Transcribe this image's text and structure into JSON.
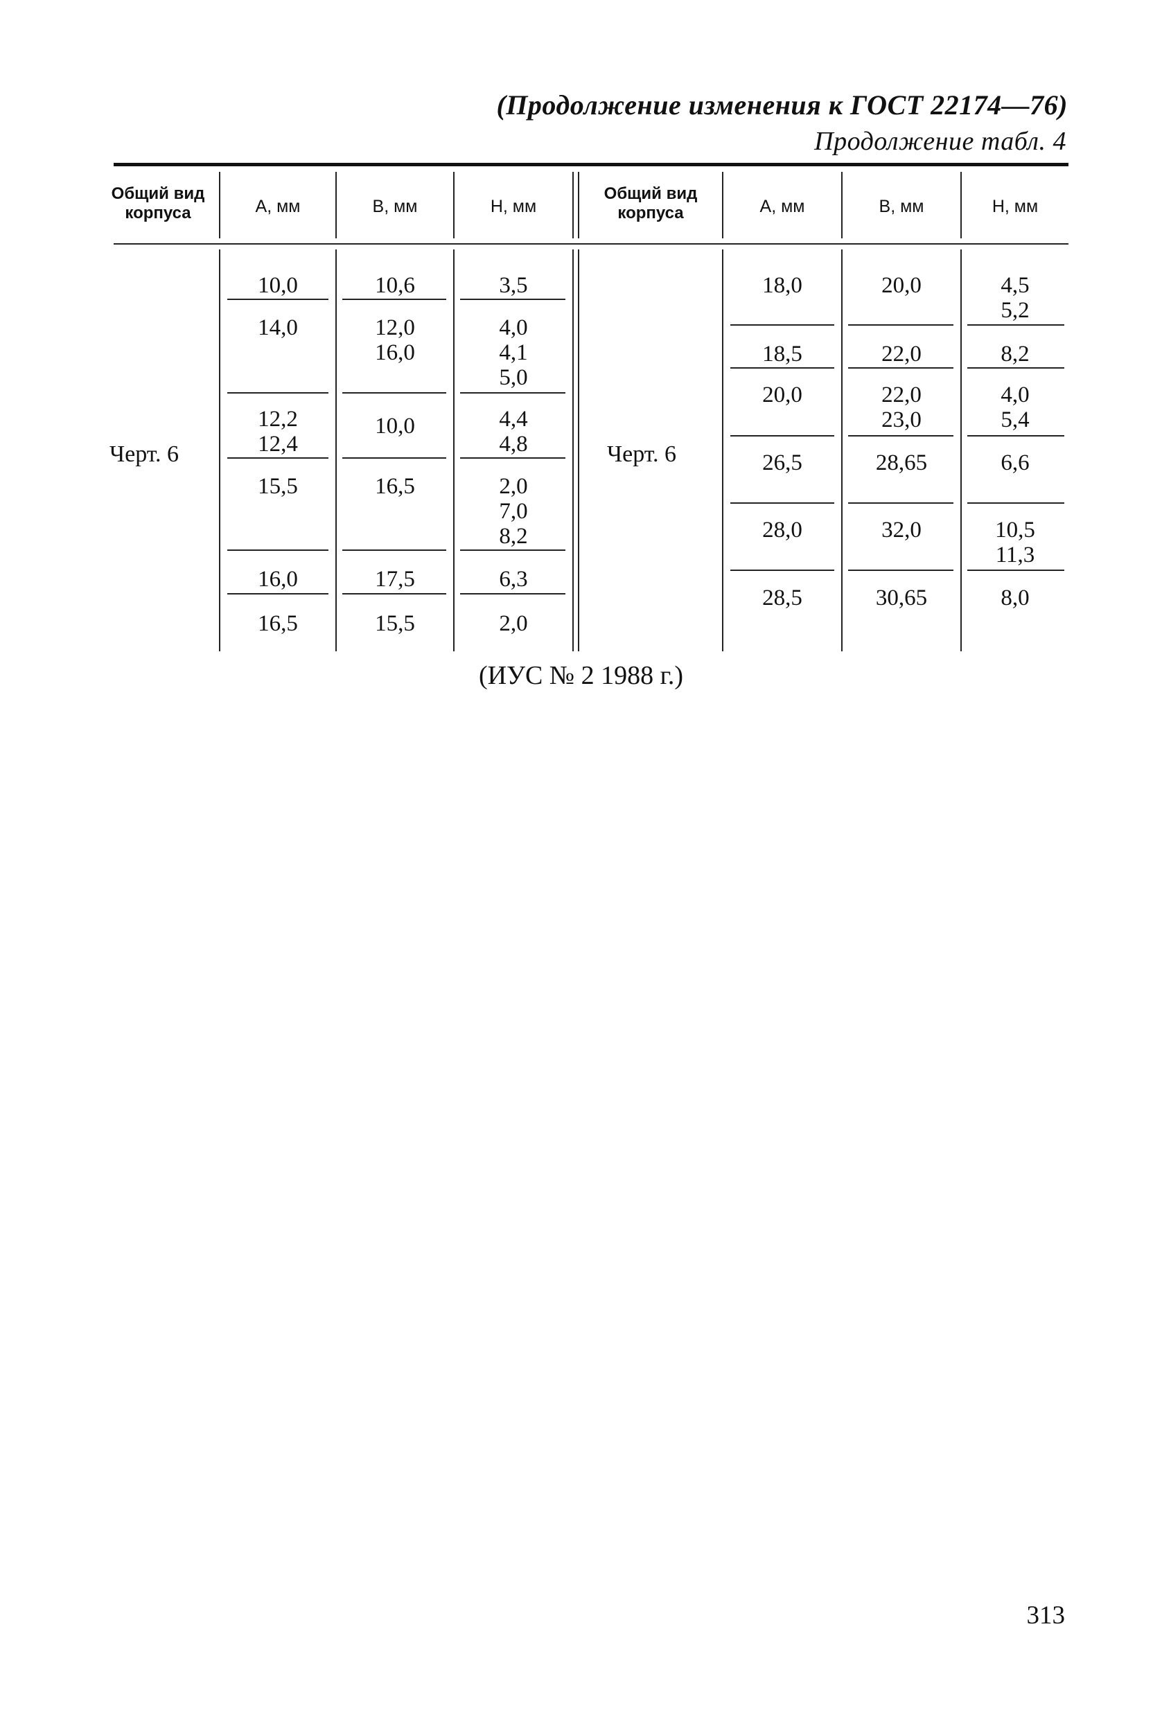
{
  "header": {
    "title": "(Продолжение изменения к ГОСТ 22174—76)",
    "subtitle": "Продолжение табл. 4"
  },
  "table": {
    "columns": [
      {
        "label": "Общий вид корпуса"
      },
      {
        "label": "A, мм"
      },
      {
        "label": "B, мм"
      },
      {
        "label": "H, мм"
      }
    ],
    "left": {
      "group_label": "Черт. 6",
      "rows": [
        {
          "a": "10,0",
          "b": "10,6",
          "h": "3,5"
        },
        {
          "a": "14,0",
          "b": "12,0\n16,0",
          "h": "4,0\n4,1\n5,0"
        },
        {
          "a": "12,2\n12,4",
          "b": "10,0",
          "h": "4,4\n4,8"
        },
        {
          "a": "15,5",
          "b": "16,5",
          "h": "2,0\n7,0\n8,2"
        },
        {
          "a": "16,0",
          "b": "17,5",
          "h": "6,3"
        },
        {
          "a": "16,5",
          "b": "15,5",
          "h": "2,0"
        }
      ]
    },
    "right": {
      "group_label": "Черт. 6",
      "rows": [
        {
          "a": "18,0",
          "b": "20,0",
          "h": "4,5\n5,2"
        },
        {
          "a": "18,5",
          "b": "22,0",
          "h": "8,2"
        },
        {
          "a": "20,0",
          "b": "22,0\n23,0",
          "h": "4,0\n5,4"
        },
        {
          "a": "26,5",
          "b": "28,65",
          "h": "6,6"
        },
        {
          "a": "28,0",
          "b": "32,0",
          "h": "10,5\n11,3"
        },
        {
          "a": "28,5",
          "b": "30,65",
          "h": "8,0"
        }
      ]
    }
  },
  "footer": {
    "note": "(ИУС № 2 1988 г.)"
  },
  "page_number": "313"
}
